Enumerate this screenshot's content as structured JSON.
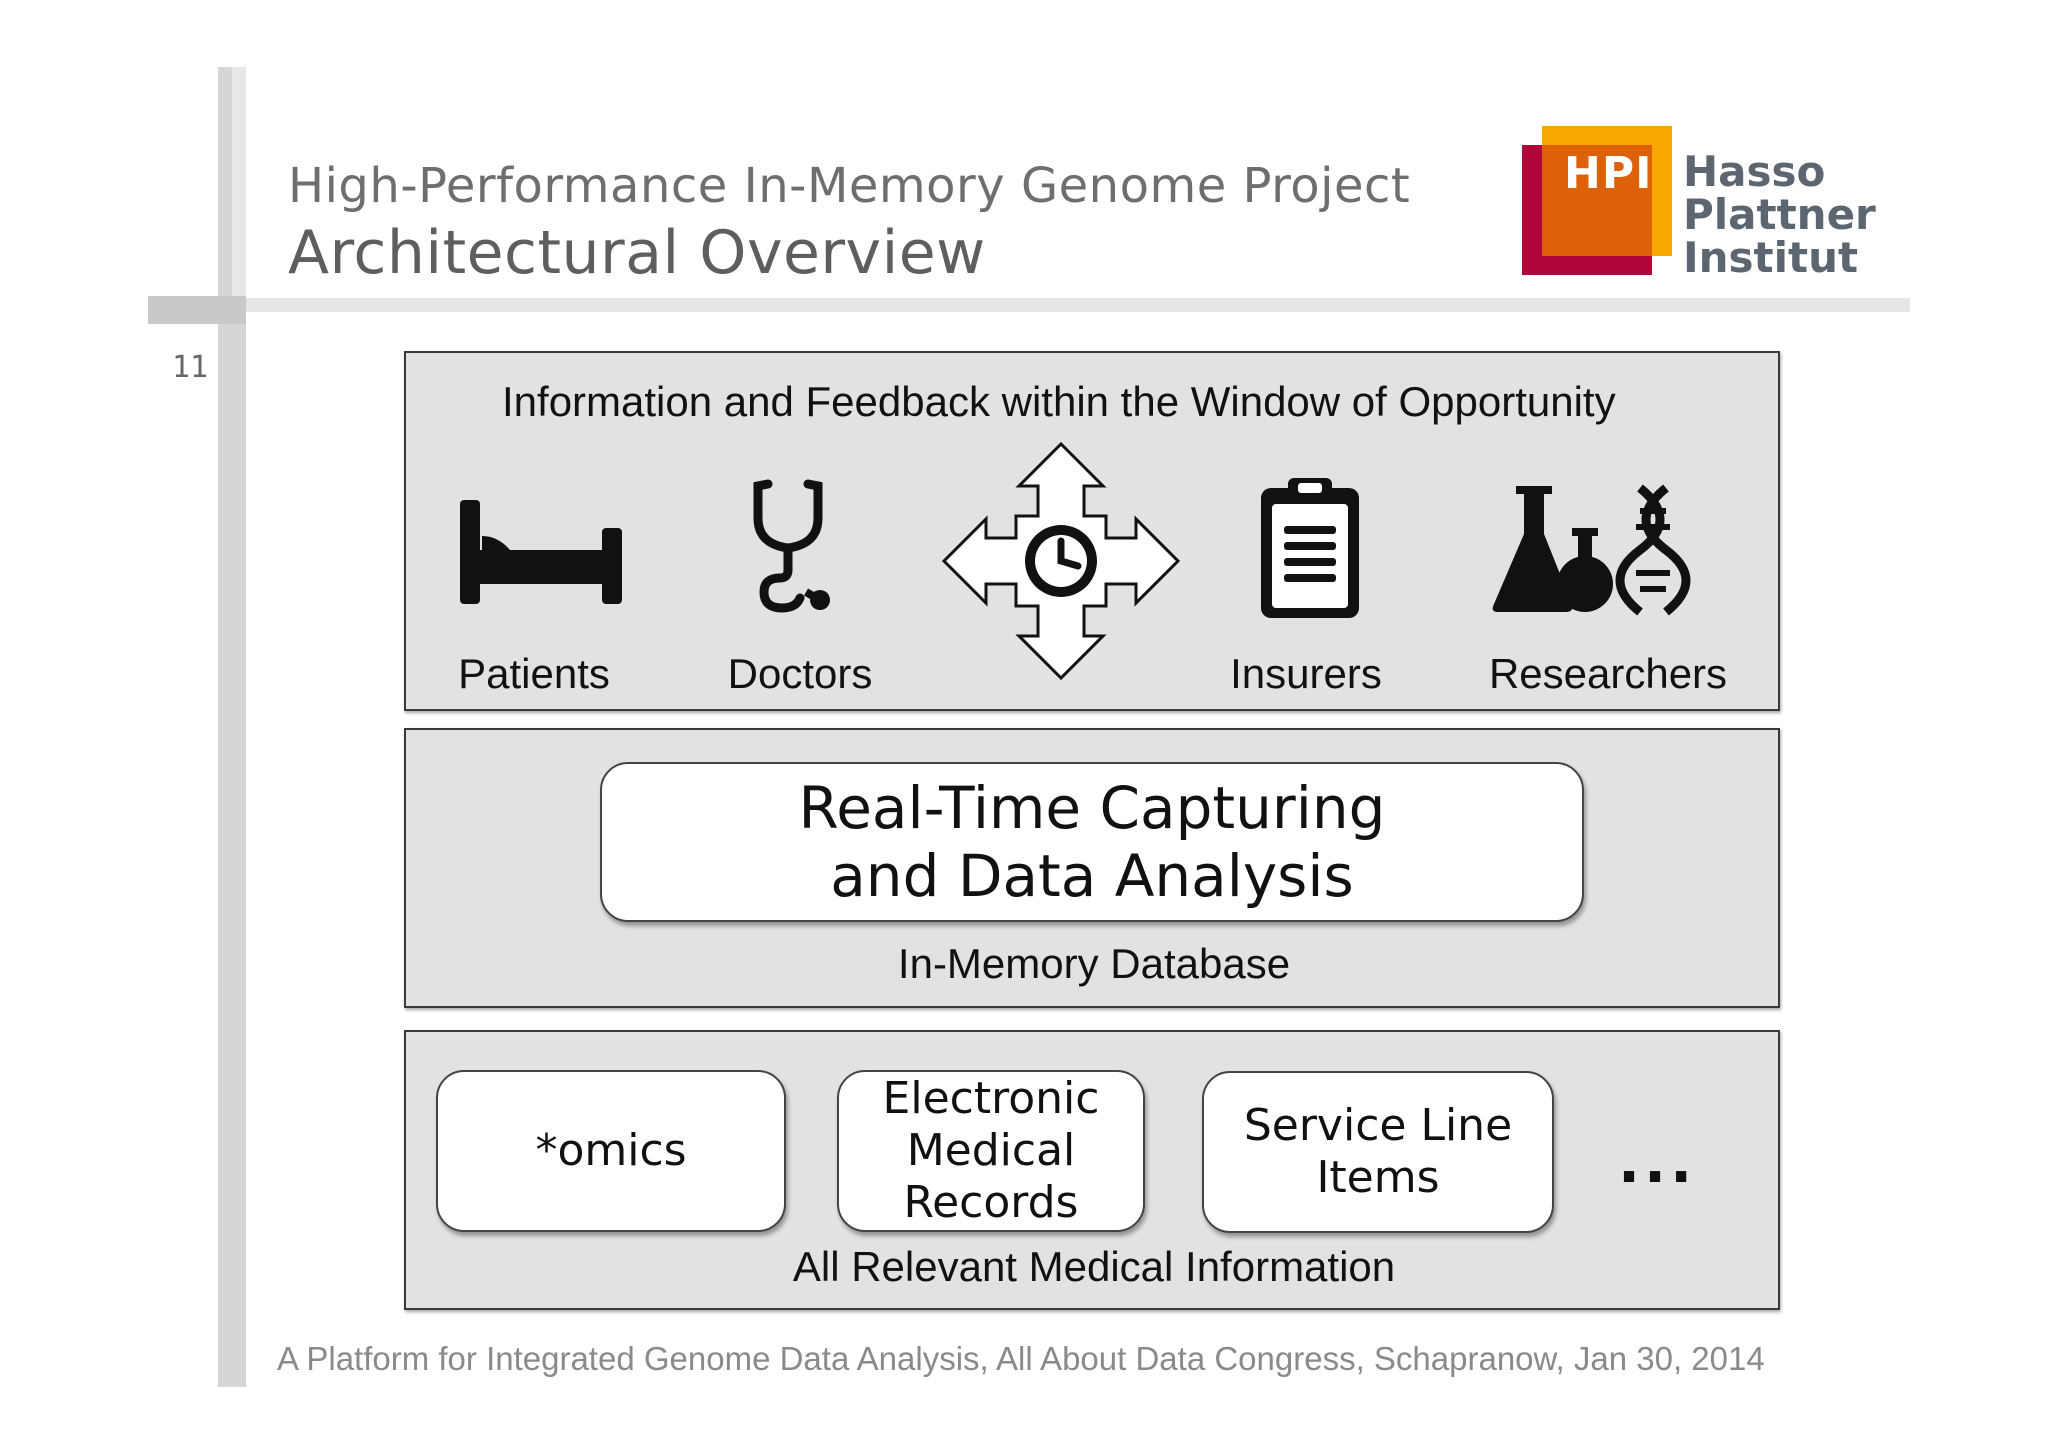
{
  "header": {
    "title": "High-Performance In-Memory Genome Project",
    "subtitle": "Architectural Overview",
    "page_number": "11"
  },
  "logo": {
    "abbr": "HPI",
    "lines": [
      "Hasso",
      "Plattner",
      "Institut"
    ],
    "colors": {
      "red": "#b1063a",
      "orange": "#f6a800",
      "dark_orange": "#dd6108",
      "text": "#5b6670"
    }
  },
  "top_panel": {
    "heading": "Information and Feedback within the Window of Opportunity",
    "actors": [
      {
        "label": "Patients",
        "icon": "hospital-bed-icon"
      },
      {
        "label": "Doctors",
        "icon": "stethoscope-icon"
      },
      {
        "label": "",
        "icon": "clock-arrows-icon"
      },
      {
        "label": "Insurers",
        "icon": "clipboard-icon"
      },
      {
        "label": "Researchers",
        "icon": "lab-flask-dna-icon"
      }
    ]
  },
  "middle_panel": {
    "box_text": "Real-Time Capturing\nand Data Analysis",
    "caption": "In-Memory Database"
  },
  "bottom_panel": {
    "sources": [
      "*omics",
      "Electronic\nMedical\nRecords",
      "Service Line\nItems"
    ],
    "more": "...",
    "caption": "All Relevant Medical Information"
  },
  "footer": {
    "text": "A Platform for Integrated Genome Data Analysis, All About Data Congress, Schapranow, Jan 30, 2014"
  }
}
